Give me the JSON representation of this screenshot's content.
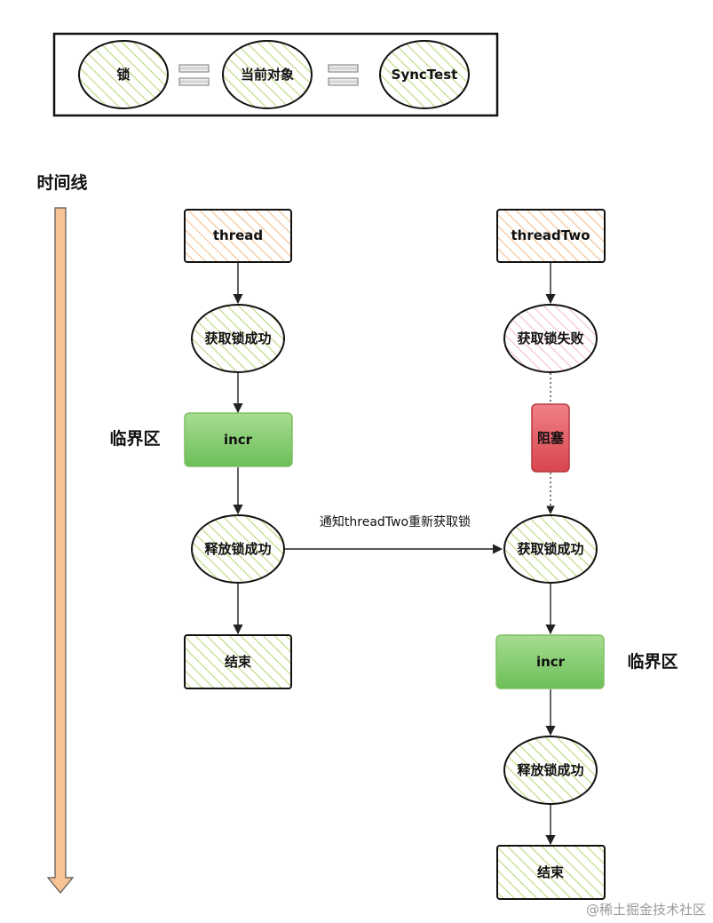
{
  "legend": {
    "lock": "锁",
    "current_object": "当前对象",
    "class_name": "SyncTest"
  },
  "timeline": {
    "label": "时间线"
  },
  "thread1": {
    "name": "thread",
    "acquire": "获取锁成功",
    "critical_label": "临界区",
    "work": "incr",
    "release": "释放锁成功",
    "end": "结束"
  },
  "thread2": {
    "name": "threadTwo",
    "acquire_fail": "获取锁失败",
    "blocked": "阻塞",
    "acquire": "获取锁成功",
    "critical_label": "临界区",
    "work": "incr",
    "release": "释放锁成功",
    "end": "结束"
  },
  "notify_label": "通知threadTwo重新获取锁",
  "watermark": "@稀土掘金技术社区",
  "colors": {
    "green_hatch": "#b9d97a",
    "orange_hatch": "#f1bf91",
    "pink_hatch": "#f3bfc4",
    "green_fill": "#8fd07e",
    "red_fill": "#e05c63",
    "timeline_fill": "#f8c394"
  }
}
